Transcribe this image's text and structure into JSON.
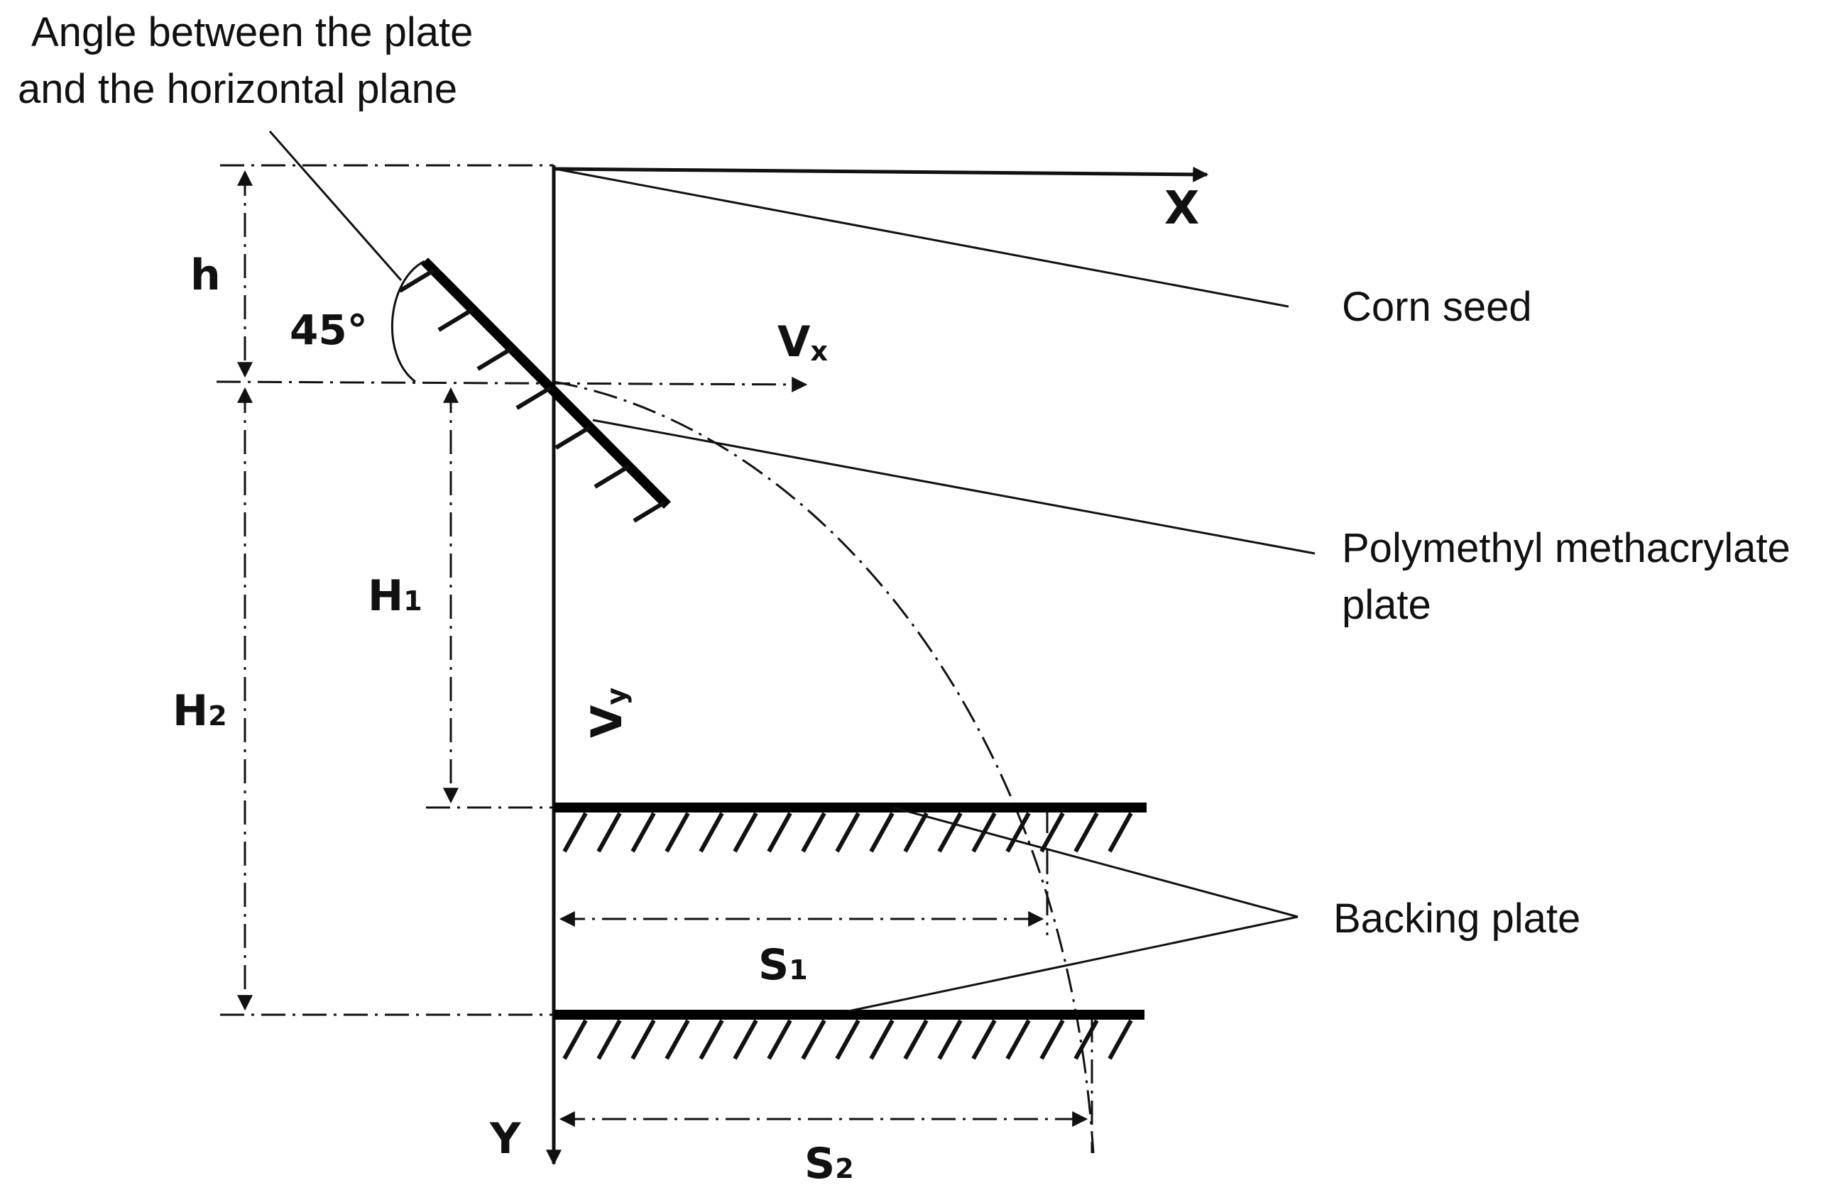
{
  "labels": {
    "angle_line1": "Angle between the plate",
    "angle_line2": "and the horizontal plane",
    "corn_seed": "Corn seed",
    "pmma_line1": "Polymethyl methacrylate",
    "pmma_line2": "plate",
    "backing_plate": "Backing plate"
  },
  "symbols": {
    "x_axis": "X",
    "y_axis": "Y",
    "h": "h",
    "angle": "45°",
    "vx_main": "V",
    "vx_sub": "x",
    "vy_main": "V",
    "vy_sub": "y",
    "h1_main": "H",
    "h1_sub": "1",
    "h2_main": "H",
    "h2_sub": "2",
    "s1_main": "S",
    "s1_sub": "1",
    "s2_main": "S",
    "s2_sub": "2"
  }
}
